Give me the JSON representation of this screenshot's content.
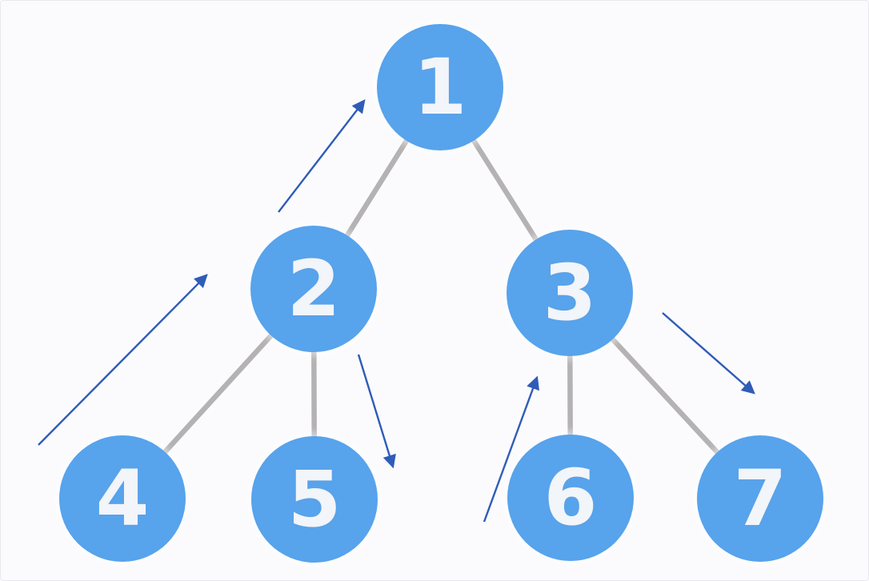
{
  "diagram": {
    "type": "binary-tree",
    "colors": {
      "node_fill": "#57a3ec",
      "node_text": "#f2f5f9",
      "edge": "#b4b2b2",
      "arrow": "#2f5cb7",
      "background": "#fbfbfd",
      "border": "#e8e8ee"
    },
    "nodes": [
      {
        "id": "1",
        "label": "1"
      },
      {
        "id": "2",
        "label": "2"
      },
      {
        "id": "3",
        "label": "3"
      },
      {
        "id": "4",
        "label": "4"
      },
      {
        "id": "5",
        "label": "5"
      },
      {
        "id": "6",
        "label": "6"
      },
      {
        "id": "7",
        "label": "7"
      }
    ],
    "edges": [
      {
        "from": "1",
        "to": "2"
      },
      {
        "from": "1",
        "to": "3"
      },
      {
        "from": "2",
        "to": "4"
      },
      {
        "from": "2",
        "to": "5"
      },
      {
        "from": "3",
        "to": "6"
      },
      {
        "from": "3",
        "to": "7"
      }
    ],
    "arrows": [
      {
        "name": "arrow-up-to-node-2",
        "direction": "up-right",
        "points_at": "2"
      },
      {
        "name": "arrow-up-to-node-1",
        "direction": "up-right",
        "points_at": "1"
      },
      {
        "name": "arrow-down-from-node-2",
        "direction": "down-right",
        "points_at": "5"
      },
      {
        "name": "arrow-up-to-node-3",
        "direction": "up-right",
        "points_at": "3"
      },
      {
        "name": "arrow-down-from-node-3",
        "direction": "down-right",
        "points_at": "7"
      }
    ]
  }
}
